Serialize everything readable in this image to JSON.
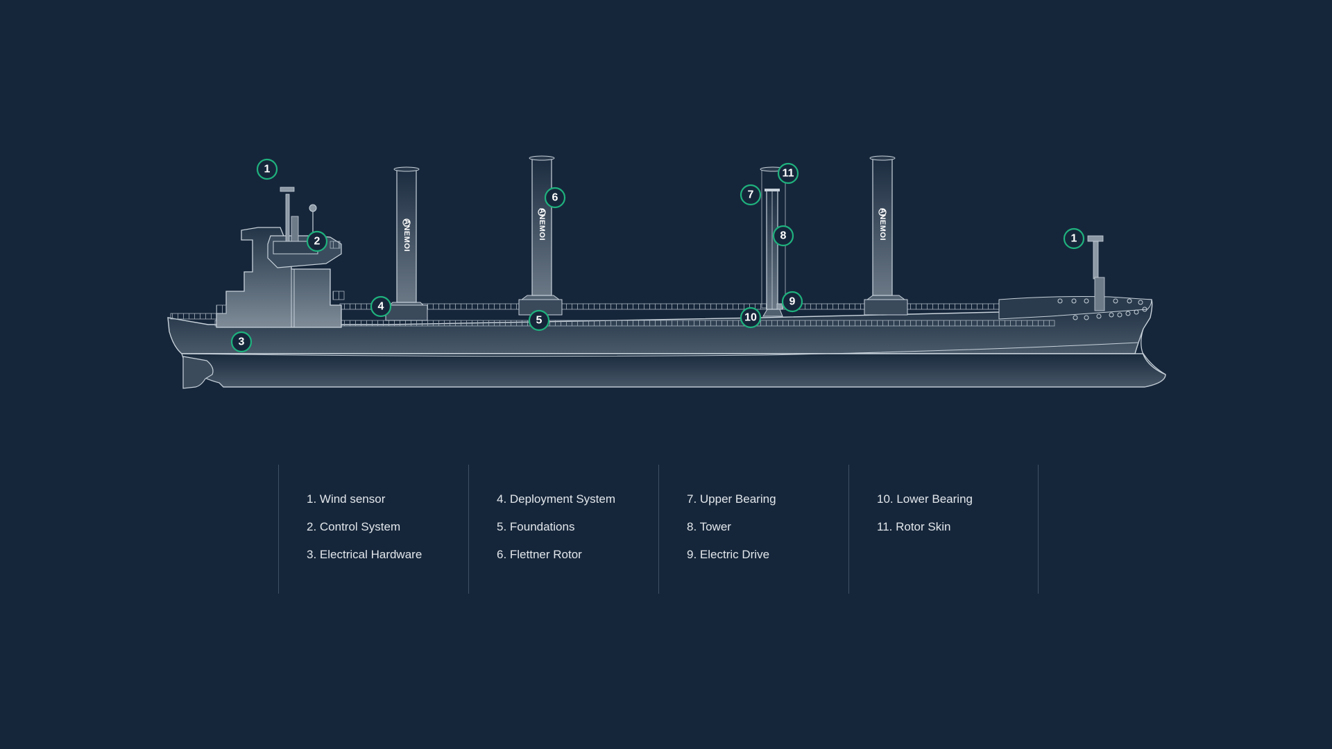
{
  "colors": {
    "background": "#16263a",
    "marker_ring": "#1fb27e",
    "line": "#c9d3dc",
    "divider": "#3e5064"
  },
  "rotor_brand": "ANEMOI",
  "markers": {
    "m1a": "1",
    "m2": "2",
    "m3": "3",
    "m4": "4",
    "m5": "5",
    "m6": "6",
    "m7": "7",
    "m8": "8",
    "m9": "9",
    "m10": "10",
    "m11": "11",
    "m1b": "1"
  },
  "legend": {
    "columns": [
      [
        "1. Wind sensor",
        "2. Control System",
        "3. Electrical Hardware"
      ],
      [
        "4. Deployment System",
        "5. Foundations",
        "6. Flettner Rotor"
      ],
      [
        "7. Upper Bearing",
        "8. Tower",
        "9. Electric Drive"
      ],
      [
        "10. Lower Bearing",
        "11. Rotor Skin"
      ]
    ]
  }
}
